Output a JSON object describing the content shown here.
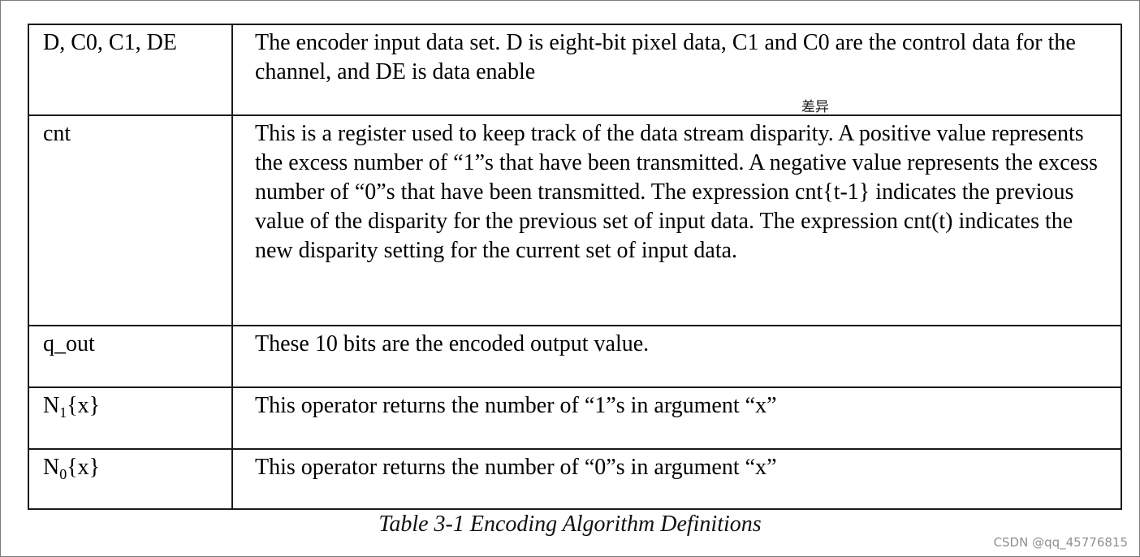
{
  "table": {
    "rows": [
      {
        "term": "D, C0, C1, DE",
        "definition": "The encoder input data set. D is eight-bit pixel data, C1 and C0 are the control data for the channel, and DE is data enable"
      },
      {
        "term": "cnt",
        "definition": "This is a register used to keep track of the data stream disparity. A positive value represents the excess number of “1”s that have been transmitted. A negative value represents the excess number of “0”s that have been transmitted. The expression cnt{t-1} indicates the previous value of the disparity for the previous set of input data. The expression cnt(t) indicates the new disparity setting for the current set of input data."
      },
      {
        "term": "q_out",
        "definition": "These 10 bits are the encoded output value."
      },
      {
        "term_base": "N",
        "term_sub": "1",
        "term_rest": "{x}",
        "definition": "This operator returns the number of “1”s in argument “x”"
      },
      {
        "term_base": "N",
        "term_sub": "0",
        "term_rest": "{x}",
        "definition": "This operator returns the number of “0”s in argument “x”"
      }
    ]
  },
  "annotation": "差异",
  "caption": "Table 3-1 Encoding Algorithm Definitions",
  "watermark": "CSDN @qq_45776815"
}
